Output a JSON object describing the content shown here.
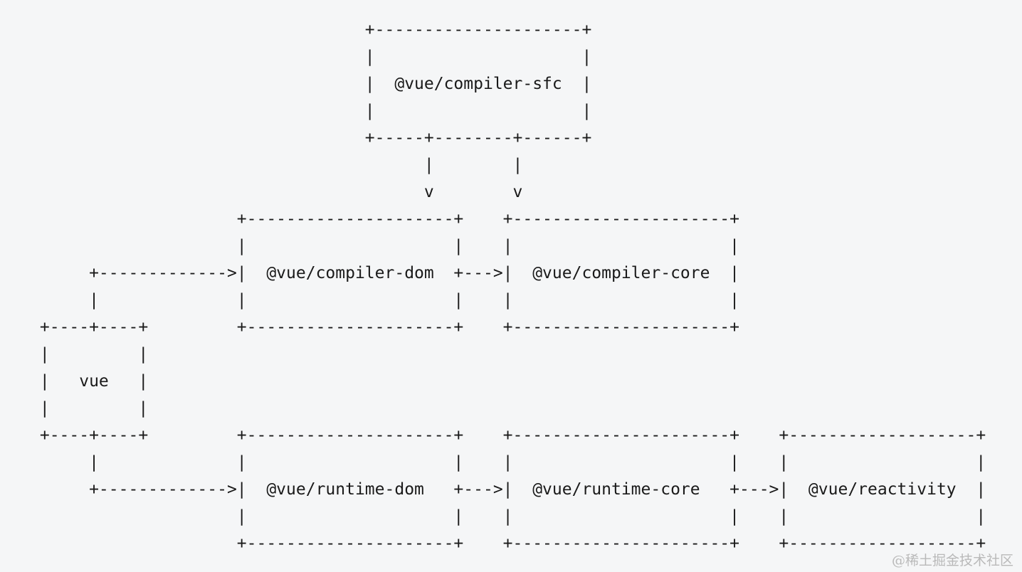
{
  "diagram": {
    "ascii_lines": [
      "                                  +---------------------+",
      "                                  |                     |",
      "                                  |  @vue/compiler-sfc  |",
      "                                  |                     |",
      "                                  +-----+--------+------+",
      "                                        |        |",
      "                                        v        v",
      "                     +---------------------+    +----------------------+",
      "                     |                     |    |                      |",
      "      +------------->|  @vue/compiler-dom  +--->|  @vue/compiler-core  |",
      "      |              |                     |    |                      |",
      " +----+----+         +---------------------+    +----------------------+",
      " |         |",
      " |   vue   |",
      " |         |",
      " +----+----+         +---------------------+    +----------------------+    +-------------------+",
      "      |              |                     |    |                      |    |                   |",
      "      +------------->|  @vue/runtime-dom   +--->|  @vue/runtime-core   +--->|  @vue/reactivity  |",
      "                     |                     |    |                      |    |                   |",
      "                     +---------------------+    +----------------------+    +-------------------+"
    ],
    "packages": [
      "@vue/compiler-sfc",
      "@vue/compiler-dom",
      "@vue/compiler-core",
      "vue",
      "@vue/runtime-dom",
      "@vue/runtime-core",
      "@vue/reactivity"
    ],
    "dependencies": [
      {
        "from": "@vue/compiler-sfc",
        "to": "@vue/compiler-dom"
      },
      {
        "from": "@vue/compiler-sfc",
        "to": "@vue/compiler-core"
      },
      {
        "from": "vue",
        "to": "@vue/compiler-dom"
      },
      {
        "from": "@vue/compiler-dom",
        "to": "@vue/compiler-core"
      },
      {
        "from": "vue",
        "to": "@vue/runtime-dom"
      },
      {
        "from": "@vue/runtime-dom",
        "to": "@vue/runtime-core"
      },
      {
        "from": "@vue/runtime-core",
        "to": "@vue/reactivity"
      }
    ]
  },
  "watermark": {
    "text": "@稀土掘金技术社区"
  },
  "colors": {
    "background": "#f5f6f7",
    "ink": "#1a1a1a",
    "watermark": "#b9b9b9"
  }
}
